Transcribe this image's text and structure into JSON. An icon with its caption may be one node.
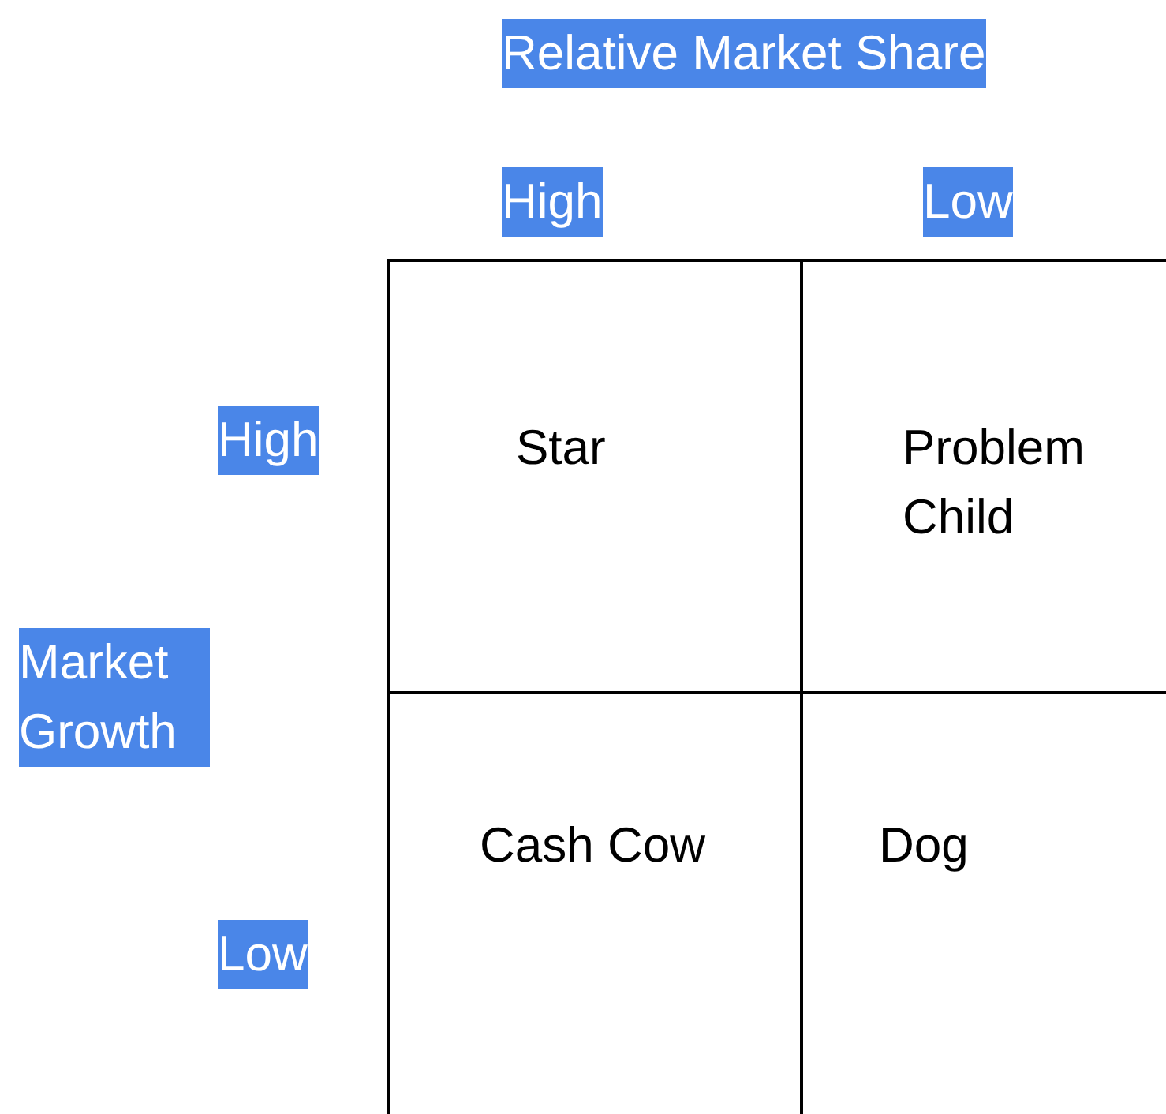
{
  "diagram": {
    "nodes": [
      {
        "text": [
          "Star"
        ]
      },
      {
        "text": [
          "Problem Child"
        ]
      },
      {
        "text": [
          "Cash Cow"
        ]
      },
      {
        "text": [
          "Dog"
        ]
      }
    ],
    "labels": [
      "Relative Market Share",
      "High",
      "Low",
      "High",
      "Market Growth",
      "Low"
    ]
  }
}
